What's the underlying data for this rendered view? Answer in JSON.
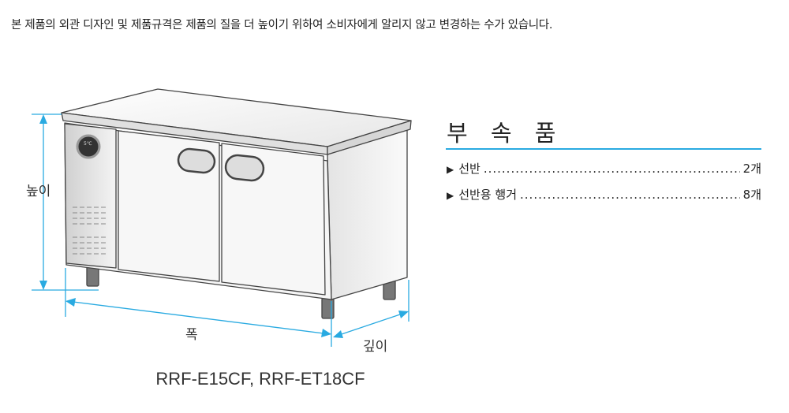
{
  "notice": "본 제품의 외관 디자인 및 제품규격은 제품의 질을 더 높이기 위하여 소비자에게 알리지 않고 변경하는 수가 있습니다.",
  "dimensions": {
    "height": "높이",
    "width": "폭",
    "depth": "깊이"
  },
  "model": "RRF-E15CF, RRF-ET18CF",
  "accessories": {
    "title": "부 속 품",
    "items": [
      {
        "name": "선반",
        "qty": "2개"
      },
      {
        "name": "선반용 행거",
        "qty": "8개"
      }
    ]
  },
  "colors": {
    "dimension_line": "#29aae1"
  }
}
